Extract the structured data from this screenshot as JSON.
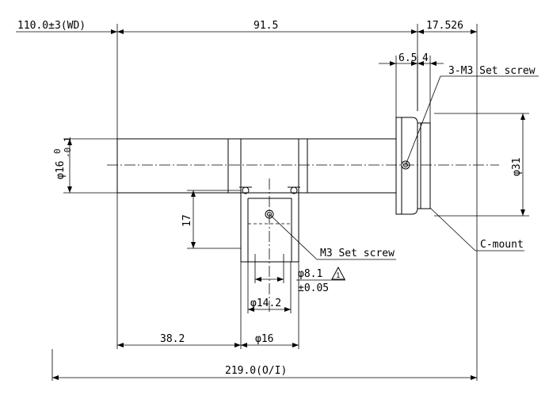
{
  "dimensions": {
    "wd": "110.0±3(WD)",
    "body_length": "91.5",
    "flange_back": "17.526",
    "setscrew_pos_a": "6.5",
    "setscrew_pos_b": "4",
    "tube_diameter": "φ16",
    "tube_tol_upper": "0",
    "tube_tol_lower": "-0.1",
    "mount_diameter": "φ31",
    "port_height": "17",
    "port_offset": "38.2",
    "port_inner_diameter": "φ8.1",
    "port_inner_tol": "±0.05",
    "port_flange_diameter": "φ14.2",
    "port_outer_diameter": "φ16",
    "total_length": "219.0(O/I)",
    "note_number": "1"
  },
  "callouts": {
    "set_screw_3m3": "3-M3 Set screw",
    "set_screw_m3": "M3 Set screw",
    "c_mount": "C-mount"
  }
}
